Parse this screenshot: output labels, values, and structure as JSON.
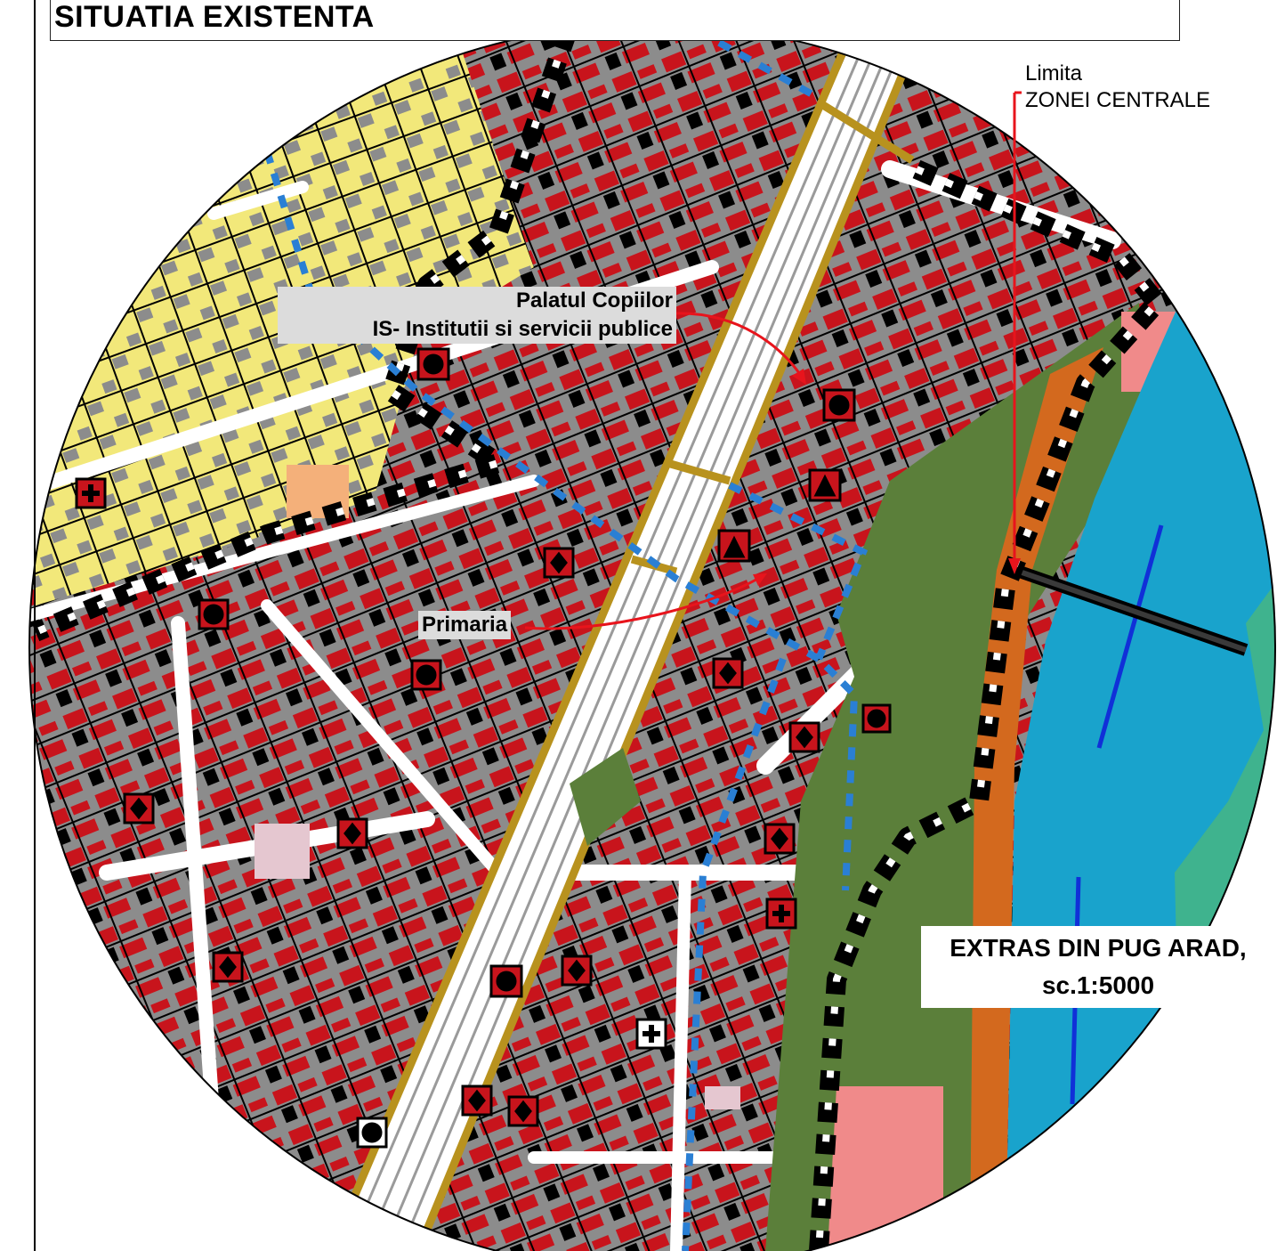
{
  "title": "SITUATIA EXISTENTA",
  "limit_label": {
    "line1": "Limita",
    "line2": "ZONEI CENTRALE"
  },
  "callouts": {
    "palatul": {
      "line1": "Palatul Copiilor",
      "line2": "IS- Institutii si servicii publice"
    },
    "primaria": "Primaria"
  },
  "extract": {
    "line1": "EXTRAS DIN PUG ARAD,",
    "line2": "sc.1:5000"
  },
  "colors": {
    "building_red": "#c8141c",
    "lot_gray": "#8c8c8c",
    "historic_yellow": "#f2e87a",
    "park_green": "#5b7f3a",
    "river_blue": "#19a3cc",
    "road_gold": "#b8921e",
    "boundary_blue": "#2a7fd4",
    "riverbank_orange": "#d3691e",
    "light_red": "#f08a8a",
    "teal": "#3fb38e"
  }
}
